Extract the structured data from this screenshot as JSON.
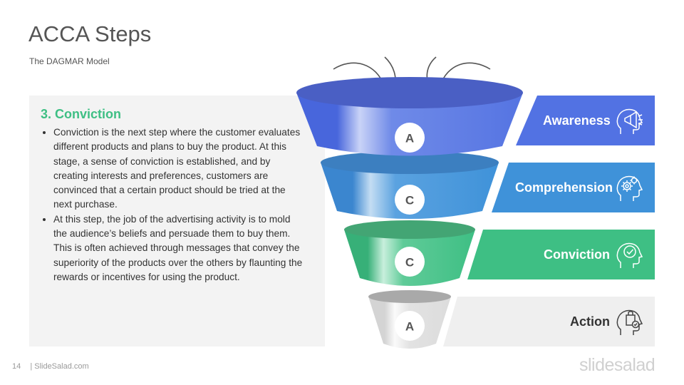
{
  "slide": {
    "title": "ACCA Steps",
    "subtitle": "The DAGMAR Model"
  },
  "panel": {
    "heading": "3. Conviction",
    "bullets": [
      "Conviction is the next step where the customer evaluates different products and plans to buy the product. At this stage, a sense of conviction is established, and by creating interests and preferences, customers are convinced that a certain product should be tried at the next purchase.",
      "At this step, the job of the advertising activity is to mold the audience’s beliefs and persuade them to buy them. This is often achieved through messages that convey the superiority of the products over the others by flaunting the rewards or incentives for using the product."
    ]
  },
  "funnel": {
    "letters": [
      "A",
      "C",
      "C",
      "A"
    ],
    "colors": [
      "#5272e3",
      "#3f92d9",
      "#3ebf84",
      "#e4e4e4"
    ]
  },
  "stages": [
    {
      "label": "Awareness",
      "icon": "head-megaphone-icon",
      "color": "#5272e3"
    },
    {
      "label": "Comprehension",
      "icon": "head-gears-icon",
      "color": "#3f92d9"
    },
    {
      "label": "Conviction",
      "icon": "head-check-icon",
      "color": "#3ebf84"
    },
    {
      "label": "Action",
      "icon": "head-shopping-bag-icon",
      "color": "#efefef"
    }
  ],
  "footer": {
    "page_number": "14",
    "source": "| SlideSalad.com",
    "brand": "slidesalad"
  }
}
